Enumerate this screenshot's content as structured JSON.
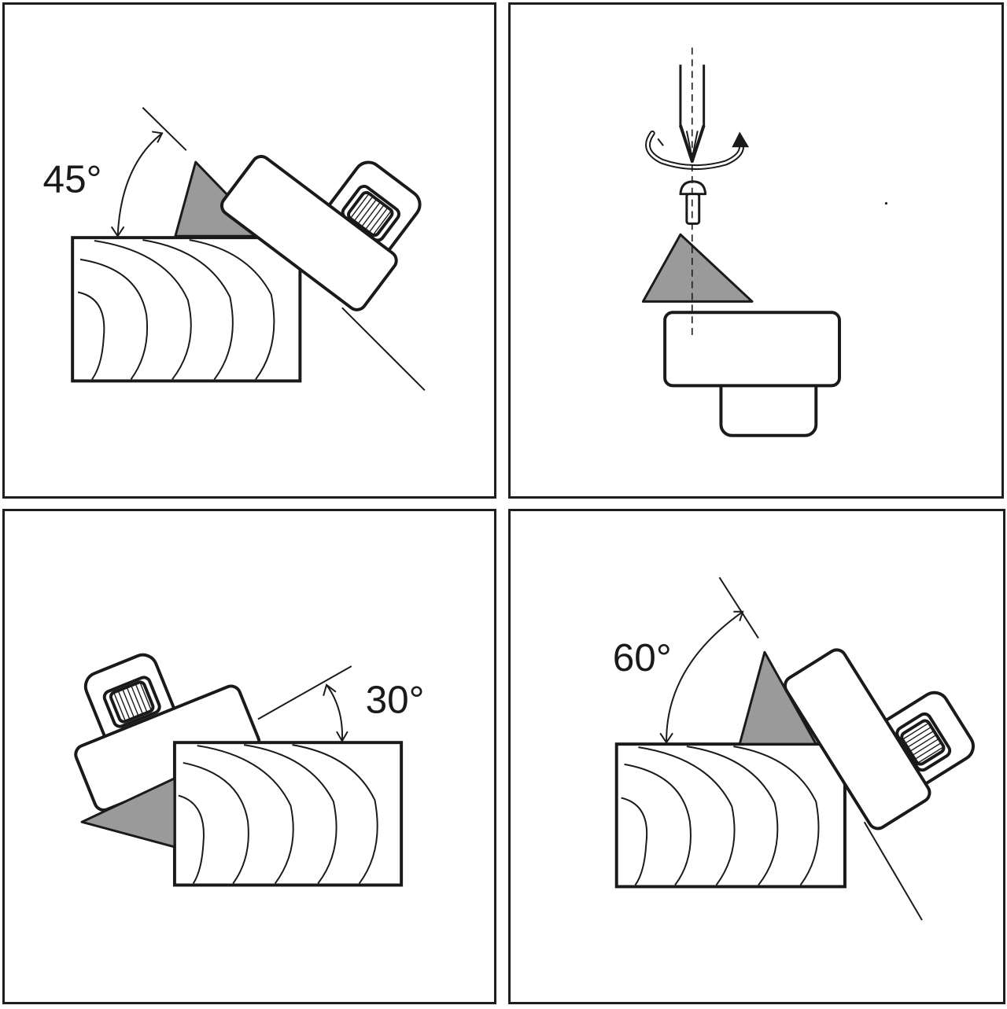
{
  "panels": [
    {
      "name": "step-45-degree",
      "angle_label": "45°"
    },
    {
      "name": "step-replace-blade",
      "angle_label": ""
    },
    {
      "name": "step-30-degree",
      "angle_label": "30°"
    },
    {
      "name": "step-60-degree",
      "angle_label": "60°"
    }
  ],
  "colors": {
    "blade": "#9a9a9a",
    "line": "#1a1a1a",
    "background": "#ffffff"
  },
  "icons": [
    "rotate-arrow-icon",
    "screwdriver-icon",
    "screw-icon",
    "blade-icon",
    "wood-block-icon",
    "thumb-screw-icon"
  ]
}
